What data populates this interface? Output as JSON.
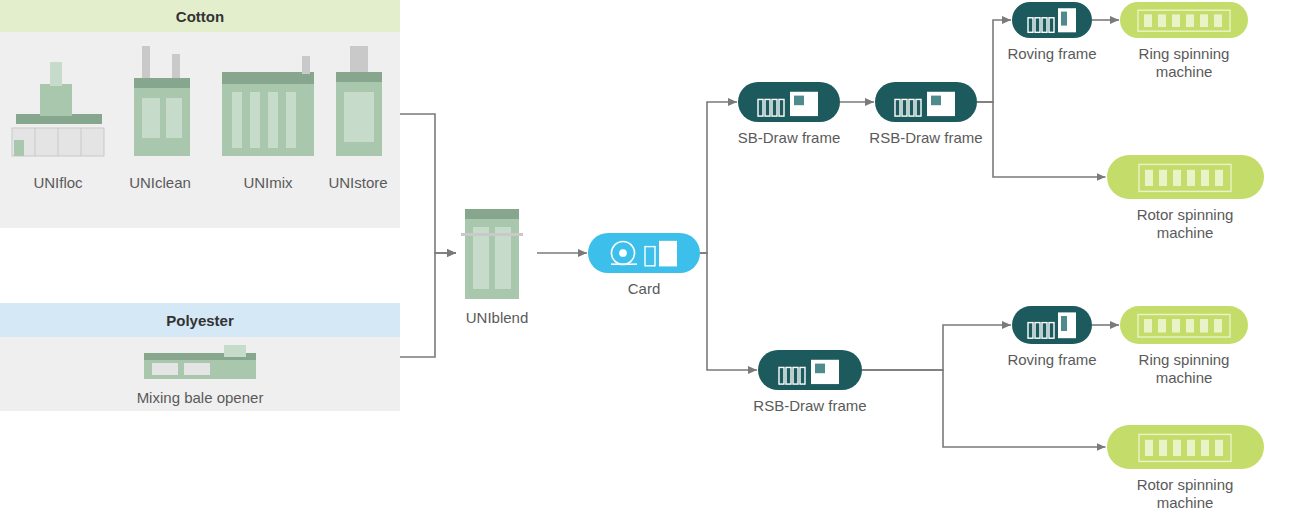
{
  "diagram": {
    "nodes": [
      {
        "text": [
          "Cotton"
        ]
      },
      {
        "text": [
          "UNIfloc"
        ],
        "in": 0
      },
      {
        "text": [
          "UNIclean"
        ],
        "in": 0
      },
      {
        "text": [
          "UNImix"
        ],
        "in": 0
      },
      {
        "text": [
          "UNIstore"
        ],
        "in": 0
      },
      {
        "text": [
          "Polyester"
        ]
      },
      {
        "text": [
          "Mixing bale opener"
        ],
        "in": 5
      },
      {
        "text": [
          "UNIblend"
        ]
      },
      {
        "text": [
          "Card"
        ]
      },
      {
        "text": [
          "SB-Draw frame"
        ]
      },
      {
        "text": [
          "RSB-Draw frame"
        ]
      },
      {
        "text": [
          "Roving frame"
        ]
      },
      {
        "text": [
          "Ring spinning machine"
        ]
      },
      {
        "text": [
          "Rotor spinning machine"
        ]
      },
      {
        "text": [
          "RSB-Draw frame"
        ]
      },
      {
        "text": [
          "Roving frame"
        ]
      },
      {
        "text": [
          "Ring spinning machine"
        ]
      },
      {
        "text": [
          "Rotor spinning machine"
        ]
      }
    ],
    "edges": [
      {
        "from": 0,
        "to": 7,
        "arrow": "to"
      },
      {
        "from": 5,
        "to": 7,
        "arrow": "to"
      },
      {
        "from": 7,
        "to": 8,
        "arrow": "to"
      },
      {
        "from": 8,
        "to": 9,
        "arrow": "to"
      },
      {
        "from": 8,
        "to": 14,
        "arrow": "to"
      },
      {
        "from": 9,
        "to": 10,
        "arrow": "to"
      },
      {
        "from": 10,
        "to": 11,
        "arrow": "to"
      },
      {
        "from": 10,
        "to": 13,
        "arrow": "to"
      },
      {
        "from": 11,
        "to": 12,
        "arrow": "to"
      },
      {
        "from": 14,
        "to": 15,
        "arrow": "to"
      },
      {
        "from": 14,
        "to": 17,
        "arrow": "to"
      },
      {
        "from": 15,
        "to": 16,
        "arrow": "to"
      }
    ]
  }
}
